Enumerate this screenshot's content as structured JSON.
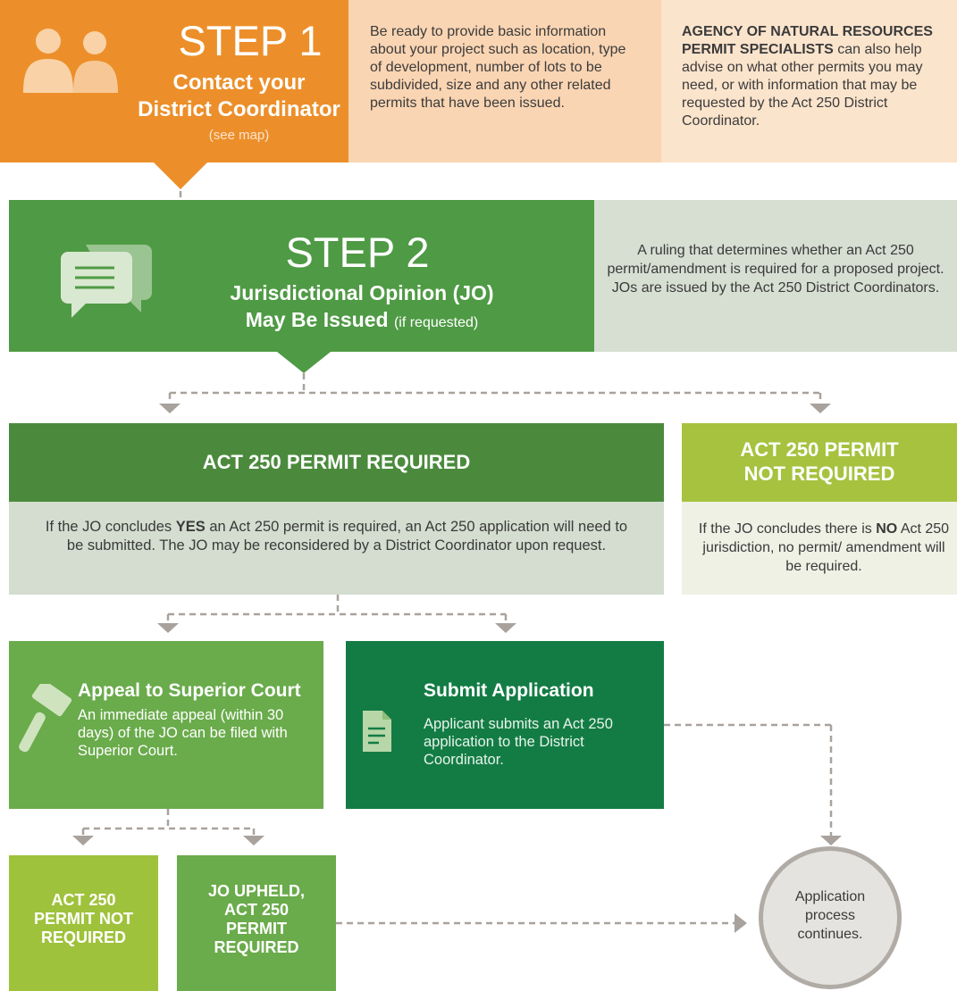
{
  "step1": {
    "title": "STEP 1",
    "subtitle_line1": "Contact your",
    "subtitle_line2": "District Coordinator",
    "note": "(see map)",
    "panel1_text": "Be ready to provide basic information about your project such as location, type of development, number of lots to be subdivided, size and any other related permits that have been issued.",
    "panel2_bold": "AGENCY OF NATURAL RESOURCES PERMIT SPECIALISTS",
    "panel2_text": " can also help advise on what other permits you may need, or with information that may be requested by the Act 250 District Coordinator."
  },
  "step2": {
    "title": "STEP 2",
    "subtitle_line1": "Jurisdictional Opinion (JO)",
    "subtitle_line2": "May Be Issued",
    "subtitle_small": "(if requested)",
    "panel_text": "A ruling that determines whether an Act 250 permit/amendment is required for a proposed project. JOs are issued by the Act 250 District Coordinators."
  },
  "permit_required": {
    "header": "ACT 250 PERMIT REQUIRED",
    "text_pre": "If the JO concludes ",
    "text_bold": "YES",
    "text_post": " an Act 250 permit is required, an Act 250 application will need to be submitted. The JO may be reconsidered by a District Coordinator upon request."
  },
  "permit_not_required": {
    "header_line1": "ACT 250 PERMIT",
    "header_line2": "NOT REQUIRED",
    "text_pre": "If the JO concludes there is ",
    "text_bold": "NO",
    "text_post": " Act 250 jurisdiction, no permit/ amendment will be required."
  },
  "appeal": {
    "title": "Appeal to Superior Court",
    "text": "An immediate appeal (within 30 days) of the JO can be filed with Superior Court."
  },
  "submit": {
    "title": "Submit Application",
    "text": "Applicant submits an Act 250 application to the District Coordinator."
  },
  "outcome_not_required": {
    "line1": "ACT 250",
    "line2": "PERMIT NOT",
    "line3": "REQUIRED"
  },
  "outcome_upheld": {
    "line1": "JO UPHELD,",
    "line2": "ACT 250",
    "line3": "PERMIT",
    "line4": "REQUIRED"
  },
  "final": {
    "line1": "Application",
    "line2": "process",
    "line3": "continues."
  },
  "icons": {
    "step1": "people-icon",
    "step2": "speech-bubbles-icon",
    "appeal": "gavel-icon",
    "submit": "document-icon"
  },
  "colors": {
    "orange": "#ec8f2a",
    "peach": "#fad5b3",
    "green_step2": "#4f9a45",
    "green_dark": "#137c45",
    "green_mid": "#6aab4b",
    "lime": "#a6c23f",
    "connector": "#a9a29c"
  }
}
